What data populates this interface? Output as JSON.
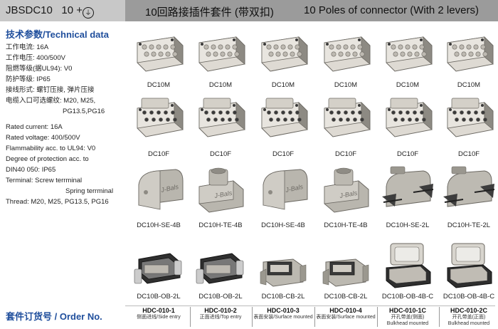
{
  "header": {
    "code": "JBSDC10",
    "poles": "10 +",
    "ground_icon": "ground-symbol-icon",
    "title_cn": "10回路接插件套件 (带双扣)",
    "title_en": "10 Poles of connector (With 2 levers)"
  },
  "tech": {
    "title": "技术参数/Technical data",
    "cn_lines": [
      "工作电流: 16A",
      "工作电压: 400/500V",
      "阻燃等级(据UL94): V0",
      "防护等级: IP65",
      "接线形式: 螺钉压接, 弹片压接",
      "电缆入口可选螺纹: M20, M25,",
      "PG13.5,PG16"
    ],
    "en_lines": [
      "Rated current: 16A",
      "Rated voltage: 400/500V",
      "Flammability acc. to UL94: V0",
      "Degree of protection acc. to",
      "DIN40 050: IP65",
      "Terminal: Screw terrminal",
      "Spring terrminal",
      "Thread: M20, M25, PG13.5, PG16"
    ]
  },
  "rows": [
    {
      "labels": [
        "DC10M",
        "DC10M",
        "DC10M",
        "DC10M",
        "DC10M",
        "DC10M"
      ]
    },
    {
      "labels": [
        "DC10F",
        "DC10F",
        "DC10F",
        "DC10F",
        "DC10F",
        "DC10F"
      ]
    },
    {
      "labels": [
        "DC10H-SE-4B",
        "DC10H-TE-4B",
        "DC10H-SE-4B",
        "DC10H-TE-4B",
        "DC10H-SE-2L",
        "DC10H-TE-2L"
      ]
    },
    {
      "labels": [
        "DC10B-OB-2L",
        "DC10B-OB-2L",
        "DC10B-CB-2L",
        "DC10B-CB-2L",
        "DC10B-OB-4B-C",
        "DC10B-OB-4B-C"
      ]
    }
  ],
  "hood_brand": "J-Bals",
  "order": {
    "title": "套件订货号 / Order No.",
    "codes": [
      {
        "code": "HDC-010-1",
        "desc": "侧面进线/Side entry"
      },
      {
        "code": "HDC-010-2",
        "desc": "正面进线/Top entry"
      },
      {
        "code": "HDC-010-3",
        "desc": "表面安装/Surface mounted"
      },
      {
        "code": "HDC-010-4",
        "desc": "表面安装/Surface mounted"
      },
      {
        "code": "HDC-010-1C",
        "desc": "开孔带盖(侧面)",
        "desc2": "Bulkhead mounted"
      },
      {
        "code": "HDC-010-2C",
        "desc": "开孔带盖(正面)",
        "desc2": "Bulkhead mounted"
      }
    ]
  }
}
